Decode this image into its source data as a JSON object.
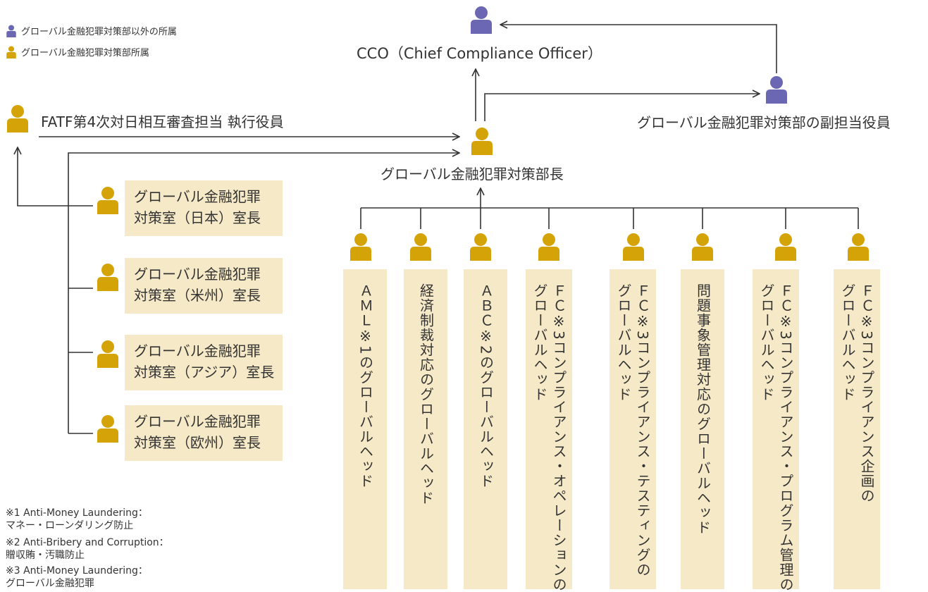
{
  "legend": {
    "other": "グローバル金融犯罪対策部以外の所属",
    "member": "グローバル金融犯罪対策部所属"
  },
  "colors": {
    "other": "#6b67b3",
    "member": "#d4a307",
    "box": "#f6e9c7",
    "line": "#333333"
  },
  "nodes": {
    "cco": "CCO（Chief Compliance Officer）",
    "fatf": "FATF第4次対日相互審査担当  執行役員",
    "deputy": "グローバル金融犯罪対策部の副担当役員",
    "head": "グローバル金融犯罪対策部長"
  },
  "offices": [
    {
      "line1": "グローバル金融犯罪",
      "line2": "対策室（日本）室長"
    },
    {
      "line1": "グローバル金融犯罪",
      "line2": "対策室（米州）室長"
    },
    {
      "line1": "グローバル金融犯罪",
      "line2": "対策室（アジア）室長"
    },
    {
      "line1": "グローバル金融犯罪",
      "line2": "対策室（欧州）室長"
    }
  ],
  "heads": [
    "ＡＭＬ※1のグローバルヘッド",
    "経済制裁対応のグローバルヘッド",
    "ＡＢＣ※2のグローバルヘッド",
    "ＦＣ※3コンプライアンス・オペレーションの\nグローバルヘッド",
    "ＦＣ※3コンプライアンス・テスティングの\nグローバルヘッド",
    "問題事象管理対応のグローバルヘッド",
    "ＦＣ※3コンプライアンス・プログラム管理の\nグローバルヘッド",
    "ＦＣ※3コンプライアンス企画の\nグローバルヘッド"
  ],
  "footnotes": [
    "※1  Anti-Money Laundering：",
    "       マネー・ローンダリング防止",
    "※2  Anti-Bribery and Corruption：",
    "       贈収賄・汚職防止",
    "※3  Anti-Money Laundering：",
    "       グローバル金融犯罪"
  ]
}
